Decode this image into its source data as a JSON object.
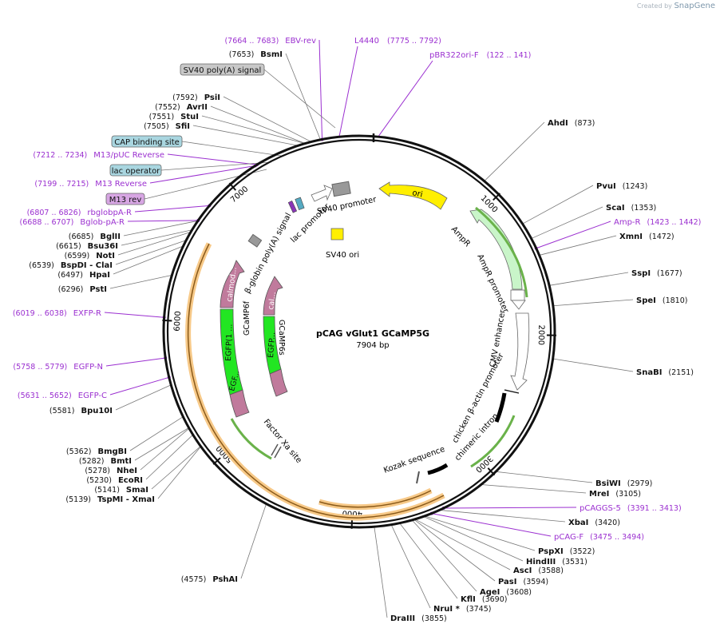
{
  "header": {
    "created_by": "Created by",
    "app": "SnapGene"
  },
  "map": {
    "name": "pCAG vGlut1 GCaMP5G",
    "length_label": "7904 bp",
    "total_bp": 7904,
    "ticks": [
      {
        "label": "1000"
      },
      {
        "label": "2000"
      },
      {
        "label": "3000"
      },
      {
        "label": "4000"
      },
      {
        "label": "5000"
      },
      {
        "label": "6000"
      },
      {
        "label": "7000"
      }
    ]
  },
  "right_labels": [
    {
      "text": "AhdI",
      "pos": "(873)"
    },
    {
      "text": "PvuI",
      "pos": "(1243)"
    },
    {
      "text": "ScaI",
      "pos": "(1353)"
    },
    {
      "text": "Amp-R",
      "pos": "(1423 .. 1442)",
      "primer": true
    },
    {
      "text": "XmnI",
      "pos": "(1472)"
    },
    {
      "text": "SspI",
      "pos": "(1677)"
    },
    {
      "text": "SpeI",
      "pos": "(1810)"
    },
    {
      "text": "SnaBI",
      "pos": "(2151)"
    },
    {
      "text": "BsiWI",
      "pos": "(2979)"
    },
    {
      "text": "MreI",
      "pos": "(3105)"
    },
    {
      "text": "pCAGGS-5",
      "pos": "(3391 .. 3413)",
      "primer": true
    },
    {
      "text": "XbaI",
      "pos": "(3420)"
    },
    {
      "text": "pCAG-F",
      "pos": "(3475 .. 3494)",
      "primer": true
    },
    {
      "text": "PspXI",
      "pos": "(3522)"
    },
    {
      "text": "HindIII",
      "pos": "(3531)"
    },
    {
      "text": "AscI",
      "pos": "(3588)"
    },
    {
      "text": "PasI",
      "pos": "(3594)"
    },
    {
      "text": "AgeI",
      "pos": "(3608)"
    },
    {
      "text": "KflI",
      "pos": "(3690)"
    },
    {
      "text": "NruI *",
      "pos": "(3745)"
    },
    {
      "text": "DraIII",
      "pos": "(3855)"
    }
  ],
  "left_labels": [
    {
      "text": "BsmI",
      "pos": "(7653)"
    },
    {
      "text": "PsiI",
      "pos": "(7592)"
    },
    {
      "text": "AvrII",
      "pos": "(7552)"
    },
    {
      "text": "StuI",
      "pos": "(7551)"
    },
    {
      "text": "SfiI",
      "pos": "(7505)"
    },
    {
      "text": "M13/pUC Reverse",
      "pos": "(7212 .. 7234)",
      "primer": true
    },
    {
      "text": "M13 Reverse",
      "pos": "(7199 .. 7215)",
      "primer": true
    },
    {
      "text": "rbglobpA-R",
      "pos": "(6807 .. 6826)",
      "primer": true
    },
    {
      "text": "Bglob-pA-R",
      "pos": "(6688 .. 6707)",
      "primer": true
    },
    {
      "text": "BglII",
      "pos": "(6685)"
    },
    {
      "text": "Bsu36I",
      "pos": "(6615)"
    },
    {
      "text": "NotI",
      "pos": "(6599)"
    },
    {
      "text": "BspDI - ClaI",
      "pos": "(6539)"
    },
    {
      "text": "HpaI",
      "pos": "(6497)"
    },
    {
      "text": "PstI",
      "pos": "(6296)"
    },
    {
      "text": "EXFP-R",
      "pos": "(6019 .. 6038)",
      "primer": true
    },
    {
      "text": "EGFP-N",
      "pos": "(5758 .. 5779)",
      "primer": true
    },
    {
      "text": "EGFP-C",
      "pos": "(5631 .. 5652)",
      "primer": true
    },
    {
      "text": "Bpu10I",
      "pos": "(5581)"
    },
    {
      "text": "BmgBI",
      "pos": "(5362)"
    },
    {
      "text": "BmtI",
      "pos": "(5282)"
    },
    {
      "text": "NheI",
      "pos": "(5278)"
    },
    {
      "text": "EcoRI",
      "pos": "(5230)"
    },
    {
      "text": "SmaI",
      "pos": "(5141)"
    },
    {
      "text": "TspMI - XmaI",
      "pos": "(5139)"
    },
    {
      "text": "PshAI",
      "pos": "(4575)"
    }
  ],
  "top_labels": [
    {
      "text": "EBV-rev",
      "pos": "(7664 .. 7683)",
      "primer": true
    },
    {
      "text": "L4440",
      "pos": "(7775 .. 7792)",
      "primer": true
    },
    {
      "text": "pBR322ori-F",
      "pos": "(122 .. 141)",
      "primer": true
    }
  ],
  "boxed_labels": [
    {
      "text": "SV40 poly(A) signal",
      "color": "#c8c8c8"
    },
    {
      "text": "CAP binding site",
      "color": "#a9d6e0"
    },
    {
      "text": "lac operator",
      "color": "#a9d6e0"
    },
    {
      "text": "M13 rev",
      "color": "#d7a6e3"
    }
  ],
  "features": {
    "ori": "ori",
    "ampr": "AmpR",
    "ampr_promoter": "AmpR promoter",
    "cmv_enhancer": "CMV enhancer",
    "chicken_promoter": "chicken β-actin promoter",
    "chimeric_intron": "chimeric intron",
    "kozak": "Kozak sequence",
    "factor_xa": "Factor Xa site",
    "sv40_promoter": "SV40 promoter",
    "lac_promoter": "lac promoter",
    "sv40_ori": "SV40 ori",
    "bglobin": "β-globin poly(A) signal",
    "gcamp6f": "GCaMP6f",
    "gcamp6s": "GCaMP6s",
    "calmod": "calmod...",
    "cal": "cal...",
    "egfp1": "EGFP(1 ...",
    "egf": "EGF...",
    "egfp": "EGFP..."
  },
  "colors": {
    "primer": "#9b30d0",
    "enzyme": "#000000",
    "ori": "#ffef00",
    "ampr": "#c9f5c9",
    "orf": "#f5a623",
    "gfp": "#22e622",
    "calmod": "#c07a9c"
  }
}
